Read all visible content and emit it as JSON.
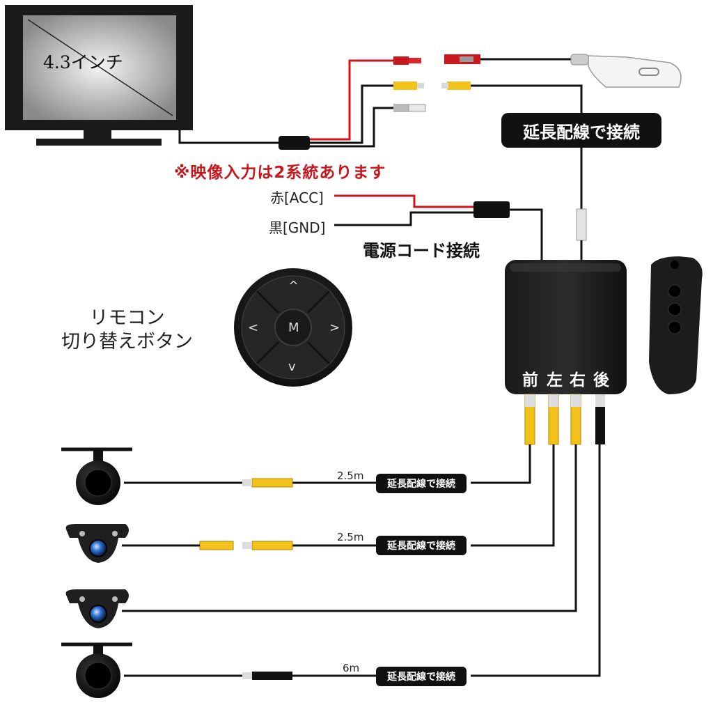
{
  "monitor": {
    "screen_label": "4.3インチ"
  },
  "notes": {
    "video_input": "※映像入力は2系統あります",
    "extension_top": "延長配線で接続"
  },
  "power": {
    "red_wire": "赤[ACC]",
    "black_wire": "黒[GND]",
    "connection": "電源コード接続"
  },
  "remote": {
    "label_line1": "リモコン",
    "label_line2": "切り替えボタン",
    "keys": {
      "up": "^",
      "left": "<",
      "center": "M",
      "right": ">",
      "down": "v"
    }
  },
  "switch_box": {
    "positions": [
      "前",
      "左",
      "右",
      "後"
    ]
  },
  "cameras": [
    {
      "length": "2.5m",
      "extension": "延長配線で接続"
    },
    {
      "length": "2.5m",
      "extension": "延長配線で接続"
    },
    {
      "length": "",
      "extension": ""
    },
    {
      "length": "6m",
      "extension": "延長配線で接続"
    }
  ],
  "colors": {
    "wire_red": "#d0141a",
    "wire_black": "#111111",
    "rca_yellow": "#f2c21b",
    "note_red": "#c8161d"
  }
}
